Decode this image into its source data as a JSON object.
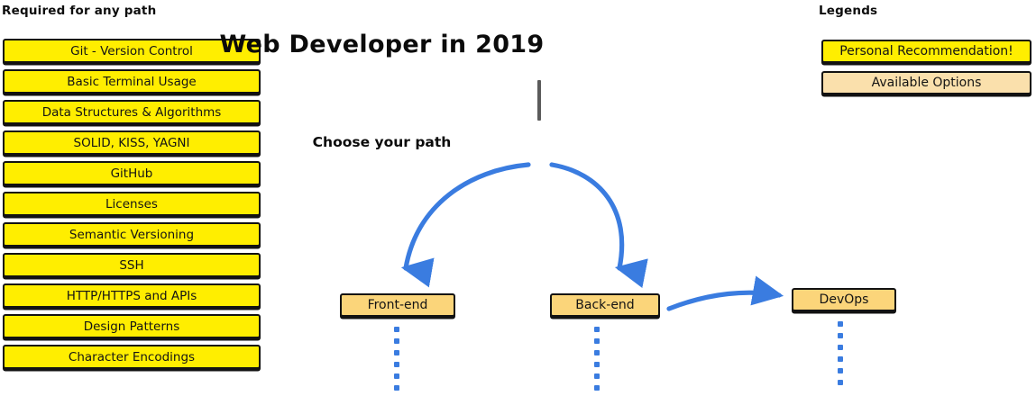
{
  "page": {
    "title": "Web Developer in 2019",
    "choose_path_label": "Choose your path"
  },
  "required": {
    "heading": "Required for any path",
    "items": [
      {
        "label": "Git - Version Control"
      },
      {
        "label": "Basic Terminal Usage"
      },
      {
        "label": "Data Structures & Algorithms"
      },
      {
        "label": "SOLID, KISS, YAGNI"
      },
      {
        "label": "GitHub"
      },
      {
        "label": "Licenses"
      },
      {
        "label": "Semantic Versioning"
      },
      {
        "label": "SSH"
      },
      {
        "label": "HTTP/HTTPS and APIs"
      },
      {
        "label": "Design Patterns"
      },
      {
        "label": "Character Encodings"
      }
    ]
  },
  "paths": {
    "front_end": "Front-end",
    "back_end": "Back-end",
    "devops": "DevOps"
  },
  "legends": {
    "heading": "Legends",
    "items": [
      {
        "label": "Personal Recommendation!",
        "color": "#ffee00"
      },
      {
        "label": "Available Options",
        "color": "#fae0ac"
      }
    ]
  },
  "colors": {
    "recommendation_yellow": "#ffee00",
    "available_tan": "#fae0ac",
    "path_box_tan": "#fbd57a",
    "arrow_blue": "#3a7ce0",
    "trunk_gray": "#5b5b5b",
    "outline_black": "#121212",
    "background": "#ffffff"
  },
  "chart_data": {
    "type": "diagram",
    "title": "Web Developer in 2019",
    "nodes": [
      {
        "id": "root",
        "label": "Choose your path",
        "kind": "decision"
      },
      {
        "id": "front_end",
        "label": "Front-end",
        "kind": "path",
        "continues": true
      },
      {
        "id": "back_end",
        "label": "Back-end",
        "kind": "path",
        "continues": true
      },
      {
        "id": "devops",
        "label": "DevOps",
        "kind": "path",
        "continues": true
      }
    ],
    "edges": [
      {
        "from": "root",
        "to": "front_end",
        "style": "curved-arrow"
      },
      {
        "from": "root",
        "to": "back_end",
        "style": "curved-arrow"
      },
      {
        "from": "back_end",
        "to": "devops",
        "style": "curved-arrow"
      }
    ],
    "required_for_any_path": [
      "Git - Version Control",
      "Basic Terminal Usage",
      "Data Structures & Algorithms",
      "SOLID, KISS, YAGNI",
      "GitHub",
      "Licenses",
      "Semantic Versioning",
      "SSH",
      "HTTP/HTTPS and APIs",
      "Design Patterns",
      "Character Encodings"
    ]
  }
}
